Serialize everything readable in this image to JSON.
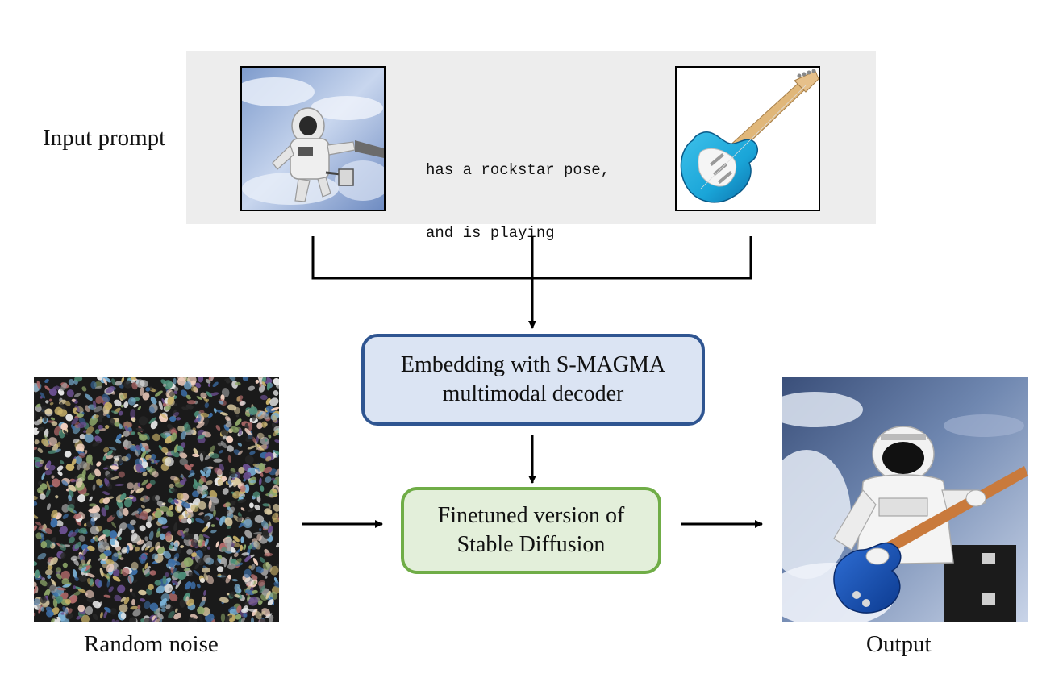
{
  "labels": {
    "input_prompt": "Input prompt",
    "random_noise": "Random noise",
    "output": "Output"
  },
  "prompt": {
    "text_line1": "has a rockstar pose,",
    "text_line2": "and is playing"
  },
  "boxes": {
    "embedding_line1": "Embedding with S-MAGMA",
    "embedding_line2": "multimodal decoder",
    "sd_line1": "Finetuned version of",
    "sd_line2": "Stable Diffusion"
  },
  "colors": {
    "embedding_fill": "#dbe4f3",
    "embedding_border": "#2f5591",
    "sd_fill": "#e3efda",
    "sd_border": "#70ad47",
    "panel_bg": "#ededed"
  },
  "icons": [
    "astronaut-image",
    "guitar-image",
    "noise-image",
    "output-image"
  ]
}
